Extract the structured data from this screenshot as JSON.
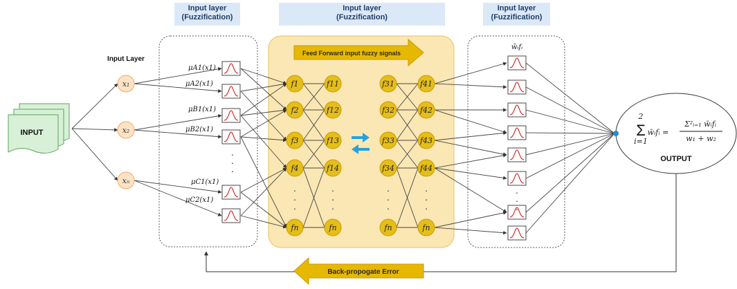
{
  "headers": {
    "layer1": {
      "line1": "Input layer",
      "line2": "(Fuzzification)"
    },
    "layer2": {
      "line1": "Input layer",
      "line2": "(Fuzzification)"
    },
    "layer3": {
      "line1": "Input layer",
      "line2": "(Fuzzification)"
    }
  },
  "input_layer_title": "Input Layer",
  "input_box_label": "INPUT",
  "input_nodes": [
    "x₁",
    "x₂",
    "xₙ"
  ],
  "membership_labels": [
    "μA1(x1)",
    "μA2(x1)",
    "μB1(x1)",
    "μB2(x1)",
    "μC1(x1)",
    "μC2(x1)"
  ],
  "feed_forward_label": "Feed Forward input fuzzy signals",
  "rule_columns": {
    "col1": [
      "f1",
      "f2",
      "f3",
      "f4",
      "fn"
    ],
    "col2": [
      "f11",
      "f12",
      "f13",
      "f14",
      "fn"
    ],
    "col3": [
      "f31",
      "f32",
      "f33",
      "f34",
      "fn"
    ],
    "col4": [
      "f41",
      "f42",
      "f43",
      "f44",
      "fn"
    ]
  },
  "dots": "·",
  "weighted_label": "w̄ᵢfᵢ",
  "output": {
    "formula_lhs": "Σ w̄ᵢfᵢ",
    "sum_top": "2",
    "sum_bottom": "i=1",
    "formula_rhs_num": "Σ²ᵢ₌₁ w̄ᵢfᵢ",
    "formula_rhs_den": "w₁ + w₂",
    "label": "OUTPUT"
  },
  "backprop_label": "Back-propogate Error",
  "colors": {
    "node_fill": "#e5be1a",
    "node_stroke": "#c99a00",
    "input_node_fill": "#fde3c6",
    "input_node_stroke": "#f0a860",
    "input_box_fill": "#d8f0d8",
    "input_box_stroke": "#5aa55a",
    "yellow_panel": "#fbe7b4",
    "arrow_gold": "#e6b800",
    "header_bg": "#dbe8f7",
    "mf_red": "#cc2020",
    "blue_arrow": "#22a3e0"
  }
}
